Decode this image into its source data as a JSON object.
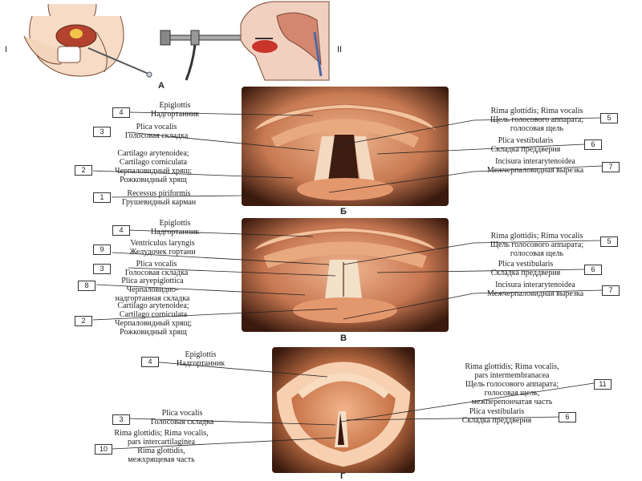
{
  "top": {
    "roman_left": "I",
    "roman_right": "II",
    "letter": "А"
  },
  "panelB": {
    "letter": "Б",
    "labels": [
      {
        "num": "4",
        "la": "Epiglottis",
        "ru": "Надгортанник"
      },
      {
        "num": "3",
        "la": "Plica vocalis",
        "ru": "Голосовая складка"
      },
      {
        "num": "2",
        "la": "Cartilago arytenoidea;",
        "la2": "Cartilago corniculata",
        "ru": "Черпаловидный хрящ;",
        "ru2": "Рожковидный хрящ"
      },
      {
        "num": "1",
        "la": "Recessus piriformis",
        "ru": "Грушевидный карман"
      },
      {
        "num": "5",
        "la": "Rima glottidis; Rima vocalis",
        "ru": "Щель голосового аппарата;",
        "ru2": "голосовая щель"
      },
      {
        "num": "6",
        "la": "Plica vestibularis",
        "ru": "Складка преддверия"
      },
      {
        "num": "7",
        "la": "Incisura interarytenoidea",
        "ru": "Межчерпаловидная вырезка"
      }
    ]
  },
  "panelV": {
    "letter": "В",
    "labels": [
      {
        "num": "4",
        "la": "Epiglottis",
        "ru": "Надгортанник"
      },
      {
        "num": "9",
        "la": "Ventriculus laryngis",
        "ru": "Желудочек гортани"
      },
      {
        "num": "3",
        "la": "Plica vocalis",
        "ru": "Голосовая складка"
      },
      {
        "num": "8",
        "la": "Plica aryepiglottica",
        "ru": "Черпаловидно-",
        "ru2": "надгортанная складка"
      },
      {
        "num": "2",
        "la": "Cartilago arytenoidea;",
        "la2": "Cartilago corniculata",
        "ru": "Черпаловидный хрящ;",
        "ru2": "Рожковидный хрящ"
      },
      {
        "num": "5",
        "la": "Rima glottidis; Rima vocalis",
        "ru": "Щель голосового аппарата;",
        "ru2": "голосовая щель"
      },
      {
        "num": "6",
        "la": "Plica vestibularis",
        "ru": "Складка преддверия"
      },
      {
        "num": "7",
        "la": "Incisura interarytenoidea",
        "ru": "Межчерпаловидная вырезка"
      }
    ]
  },
  "panelG": {
    "letter": "Г",
    "labels": [
      {
        "num": "4",
        "la": "Epiglottis",
        "ru": "Надгортанник"
      },
      {
        "num": "3",
        "la": "Plica vocalis",
        "ru": "Голосовая складка"
      },
      {
        "num": "10",
        "la": "Rima glottidis; Rima vocalis,",
        "la2": "pars intercartilaginea",
        "ru": "Rima glottidis,",
        "ru2": "межхрящевая часть"
      },
      {
        "num": "11",
        "la": "Rima glottidis; Rima vocalis,",
        "la2": "pars intermembranacea",
        "ru": "Щель голосового аппарата;",
        "ru2": "голосовая щель,",
        "ru3": "межперепончатая часть"
      },
      {
        "num": "6",
        "la": "Plica vestibularis",
        "ru": "Складка преддверия"
      }
    ]
  },
  "colors": {
    "tissue": "#e8a27a",
    "dark": "#6b2a1a",
    "pale": "#f3d3b0"
  }
}
